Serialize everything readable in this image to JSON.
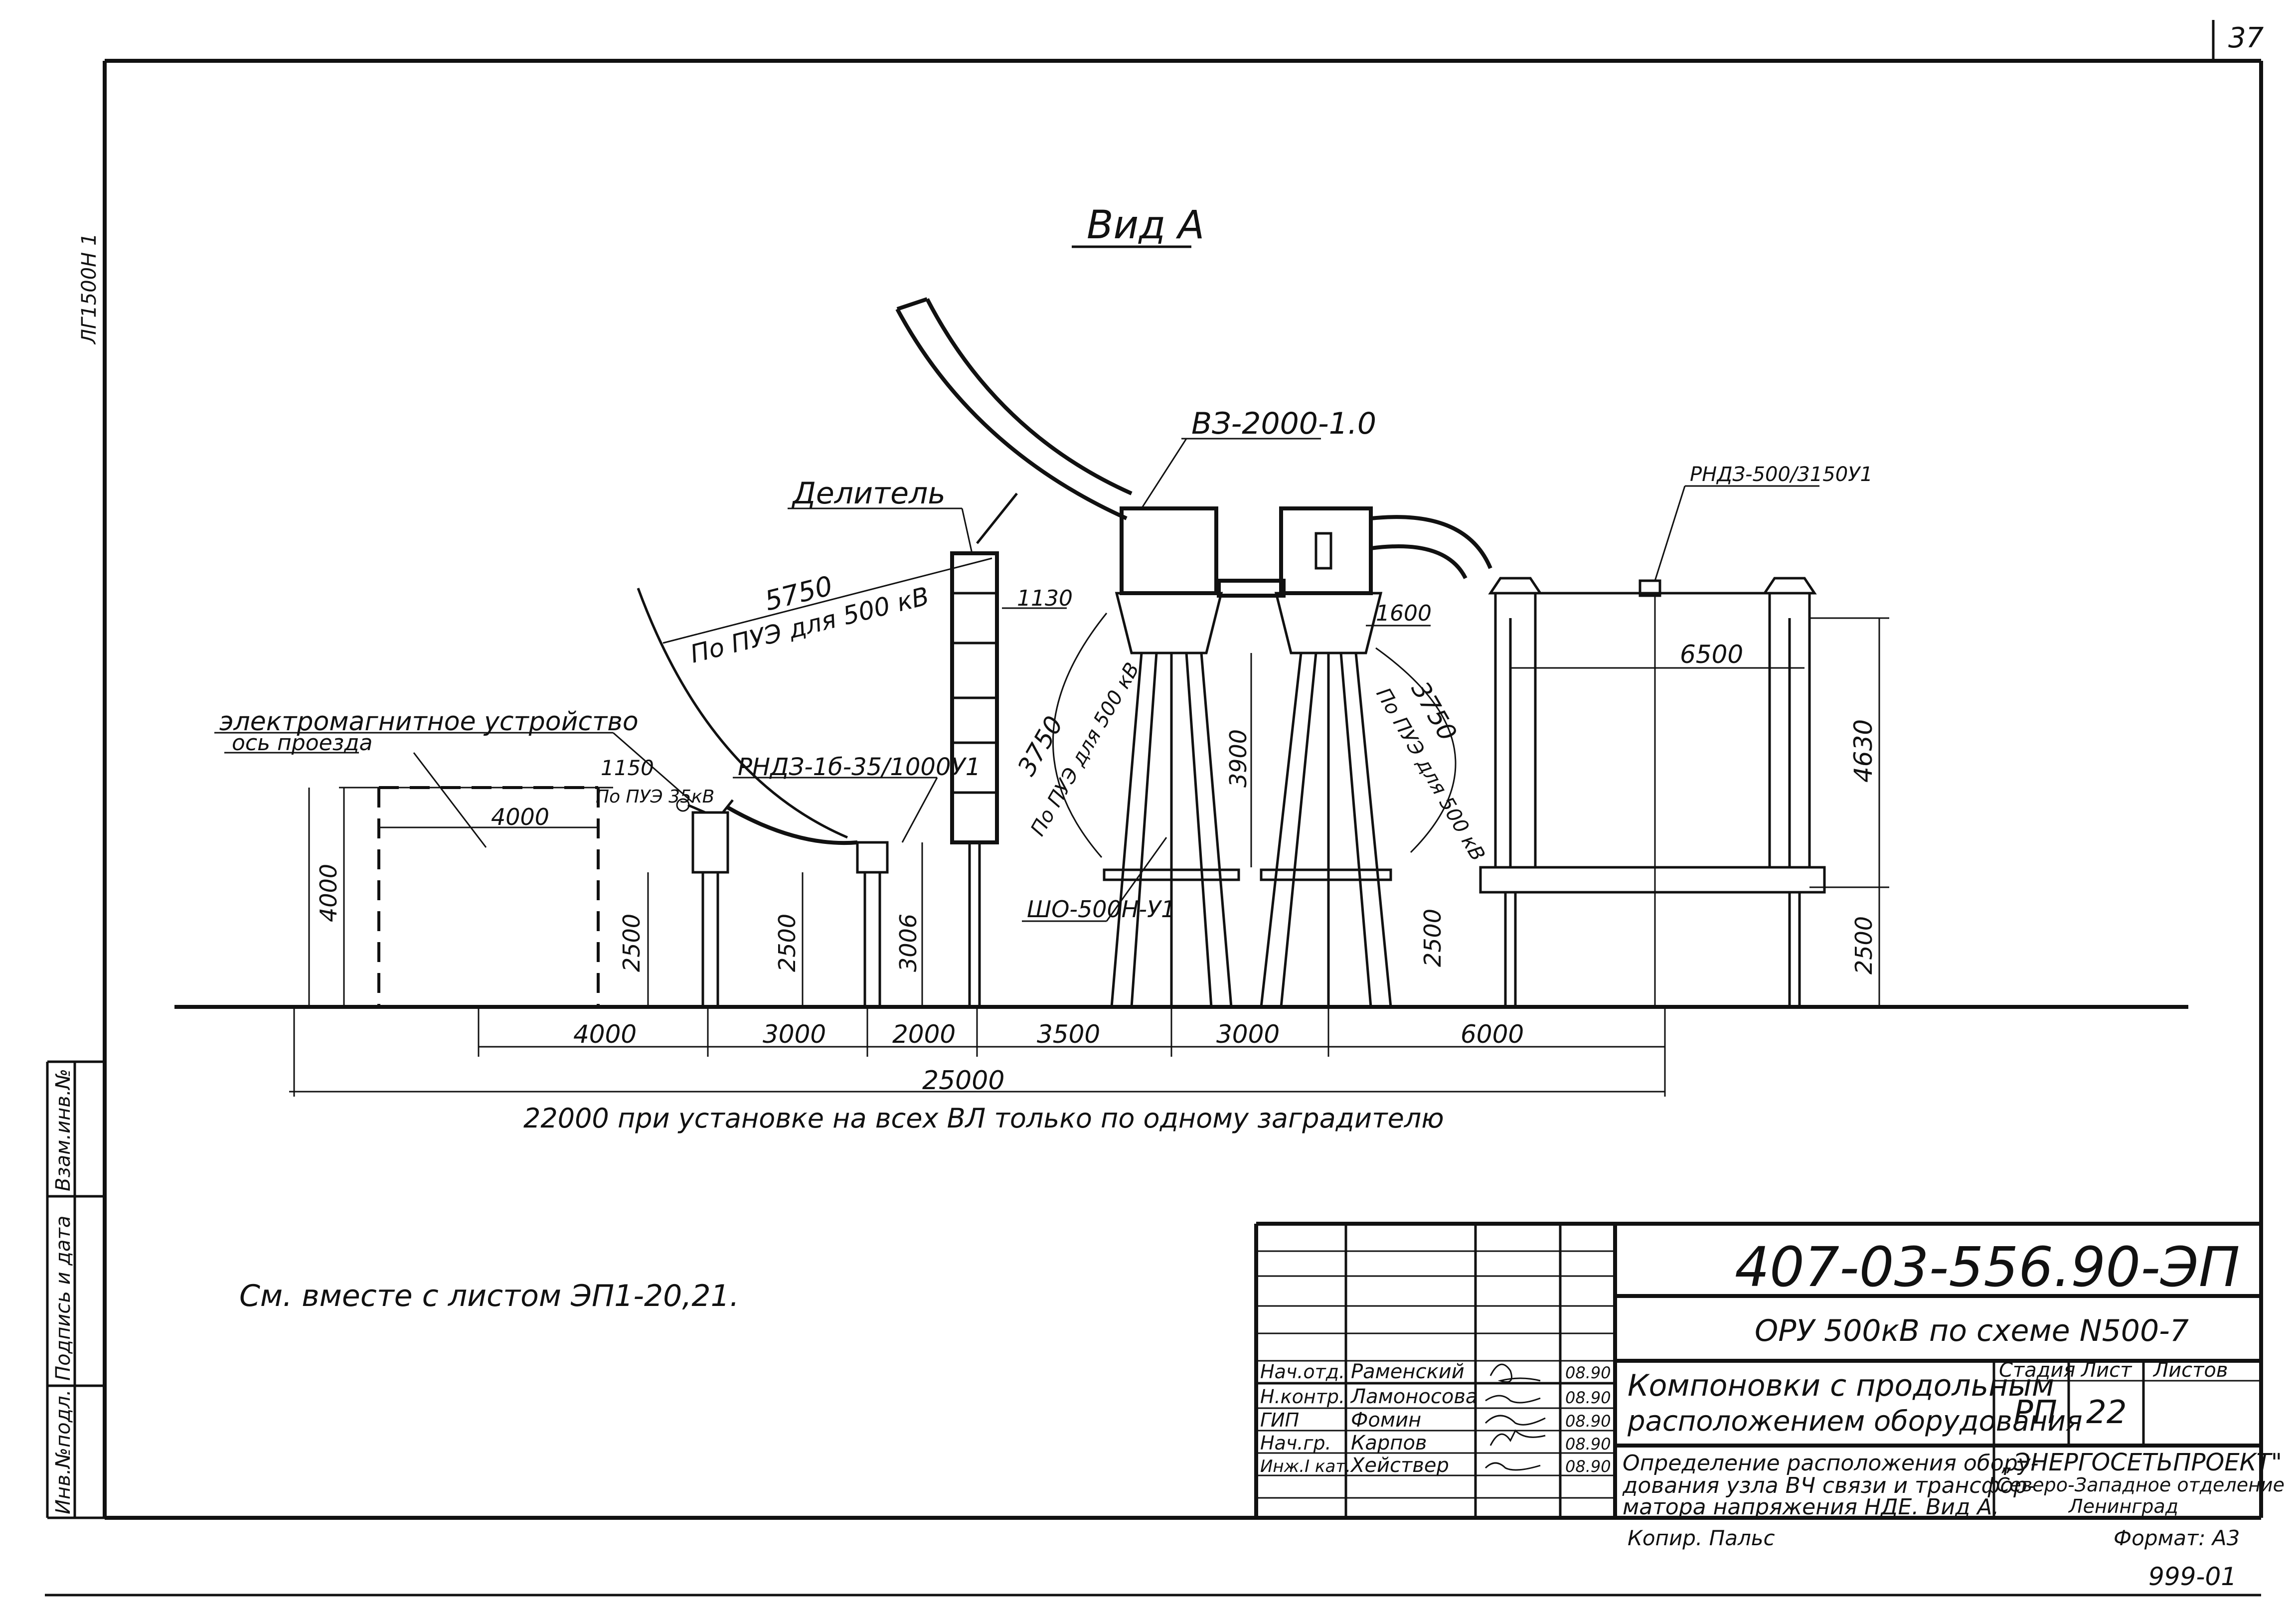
{
  "sheet": {
    "page_number": "37",
    "top_left_mark": "ЛГ1500Н 1"
  },
  "view": {
    "title": "Вид А"
  },
  "labels": {
    "divider": "Делитель",
    "switch_vz": "ВЗ-2000-1.0",
    "disconnector_rnd_500": "РНДЗ-500/3150У1",
    "disconnector_rnd_35": "РНДЗ-1б-35/1000У1",
    "em_device": "электромагнитное устройство",
    "road_axis": "ось проезда",
    "shunt_sho": "ШО-500Н-У1",
    "pue_500_a": "По ПУЭ для 500 кВ",
    "pue_500_b": "По ПУЭ для 500 кВ",
    "pue_500_c": "По ПУЭ для 500 кВ",
    "pue_35": "По ПУЭ 35кВ",
    "note": "См. вместе с листом ЭП1-20,21."
  },
  "dimensions": {
    "d5750": "5750",
    "d1130": "1130",
    "d3750_left": "3750",
    "d3750_right": "3750",
    "d1600": "1600",
    "d6500": "6500",
    "d4630": "4630",
    "d3900": "3900",
    "d1150": "1150",
    "d4000_h": "4000",
    "d4000_v": "4000",
    "d2500_a": "2500",
    "d2500_b": "2500",
    "d3006": "3006",
    "d2500_c": "2500",
    "d2500_d": "2500",
    "bottom_row": [
      "4000",
      "3000",
      "2000",
      "3500",
      "3000",
      "6000"
    ],
    "total": "25000",
    "total_note": "22000 при установке на всех ВЛ только по одному заградителю"
  },
  "side_stamp": {
    "cells": [
      "Взам.инв.№",
      "Подпись и дата",
      "Инв.№подл."
    ]
  },
  "title_block": {
    "code": "407-03-556.90-ЭП",
    "project": "ОРУ 500кВ по схеме N500-7",
    "drawing_name_line1": "Компоновки с продольным",
    "drawing_name_line2": "расположением оборудования",
    "sheet_title_line1": "Определение расположения обору-",
    "sheet_title_line2": "дования узла ВЧ связи и трансфор-",
    "sheet_title_line3": "матора напряжения НДЕ. Вид А.",
    "stage_header": "Стадия",
    "sheet_header": "Лист",
    "sheets_header": "Листов",
    "stage_value": "РП",
    "sheet_value": "22",
    "org_line1": "„ЭНЕРГОСЕТЬПРОЕКТ\"",
    "org_line2": "Северо-Западное отделение",
    "org_line3": "Ленинград",
    "copied": "Копир. Пальс",
    "format": "Формат: А3",
    "bottom_code": "999-01",
    "signers": [
      {
        "role": "Нач.отд.",
        "name": "Раменский",
        "date": "08.90"
      },
      {
        "role": "Н.контр.",
        "name": "Ламоносова",
        "date": "08.90"
      },
      {
        "role": "ГИП",
        "name": "Фомин",
        "date": "08.90"
      },
      {
        "role": "Нач.гр.",
        "name": "Карпов",
        "date": "08.90"
      },
      {
        "role": "Инж.I кат.",
        "name": "Хействер",
        "date": "08.90"
      }
    ]
  }
}
